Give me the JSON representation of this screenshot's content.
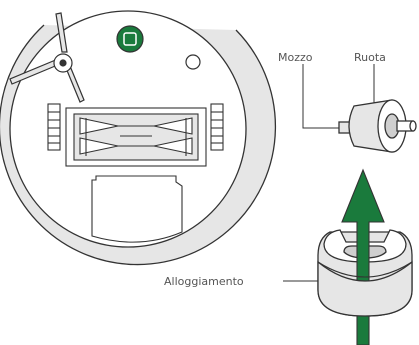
{
  "labels": {
    "hub": "Mozzo",
    "wheel": "Ruota",
    "housing": "Alloggiamento"
  },
  "colors": {
    "stroke": "#333333",
    "green": "#1a7a3c",
    "light_fill": "#e6e6e6",
    "mid_fill": "#cfcfcf",
    "background": "#ffffff"
  },
  "icons": {
    "arrow": "upward-arrow",
    "robot": "robot-vacuum-bottom-view"
  }
}
